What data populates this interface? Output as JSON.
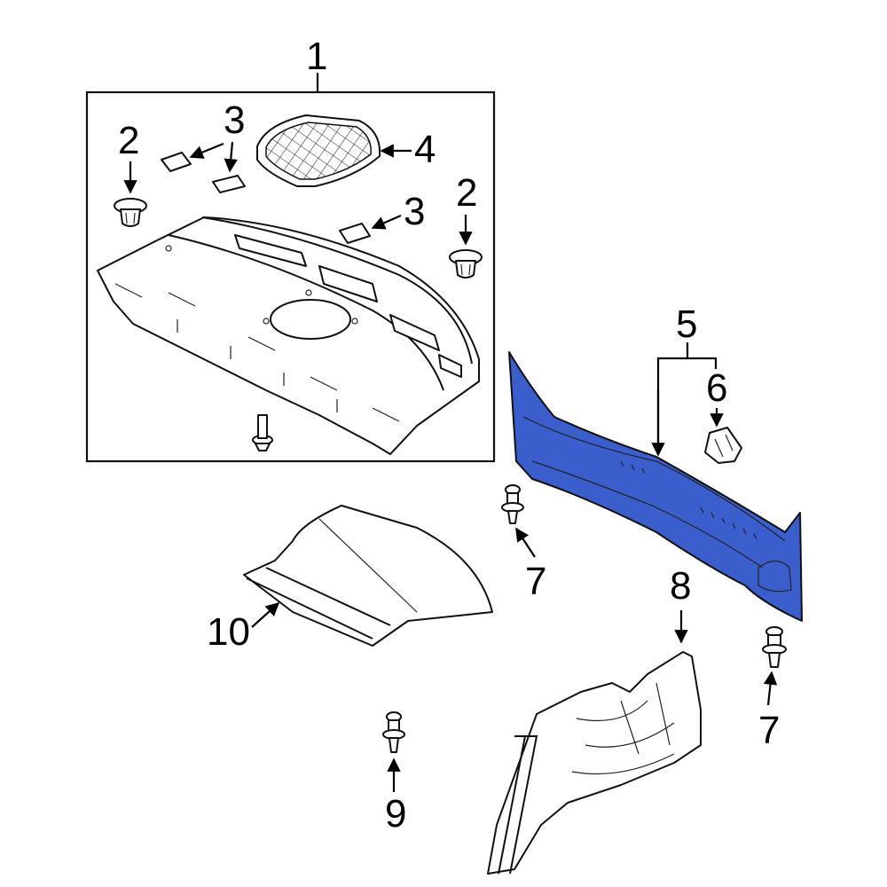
{
  "colors": {
    "highlight": "#3a5fcd",
    "highlight_dark": "#22409a",
    "line": "#111111",
    "background": "#ffffff"
  },
  "callouts": {
    "c1": "1",
    "c2a": "2",
    "c2b": "2",
    "c3a": "3",
    "c3b": "3",
    "c4": "4",
    "c5": "5",
    "c6": "6",
    "c7a": "7",
    "c7b": "7",
    "c8": "8",
    "c9": "9",
    "c10": "10"
  }
}
